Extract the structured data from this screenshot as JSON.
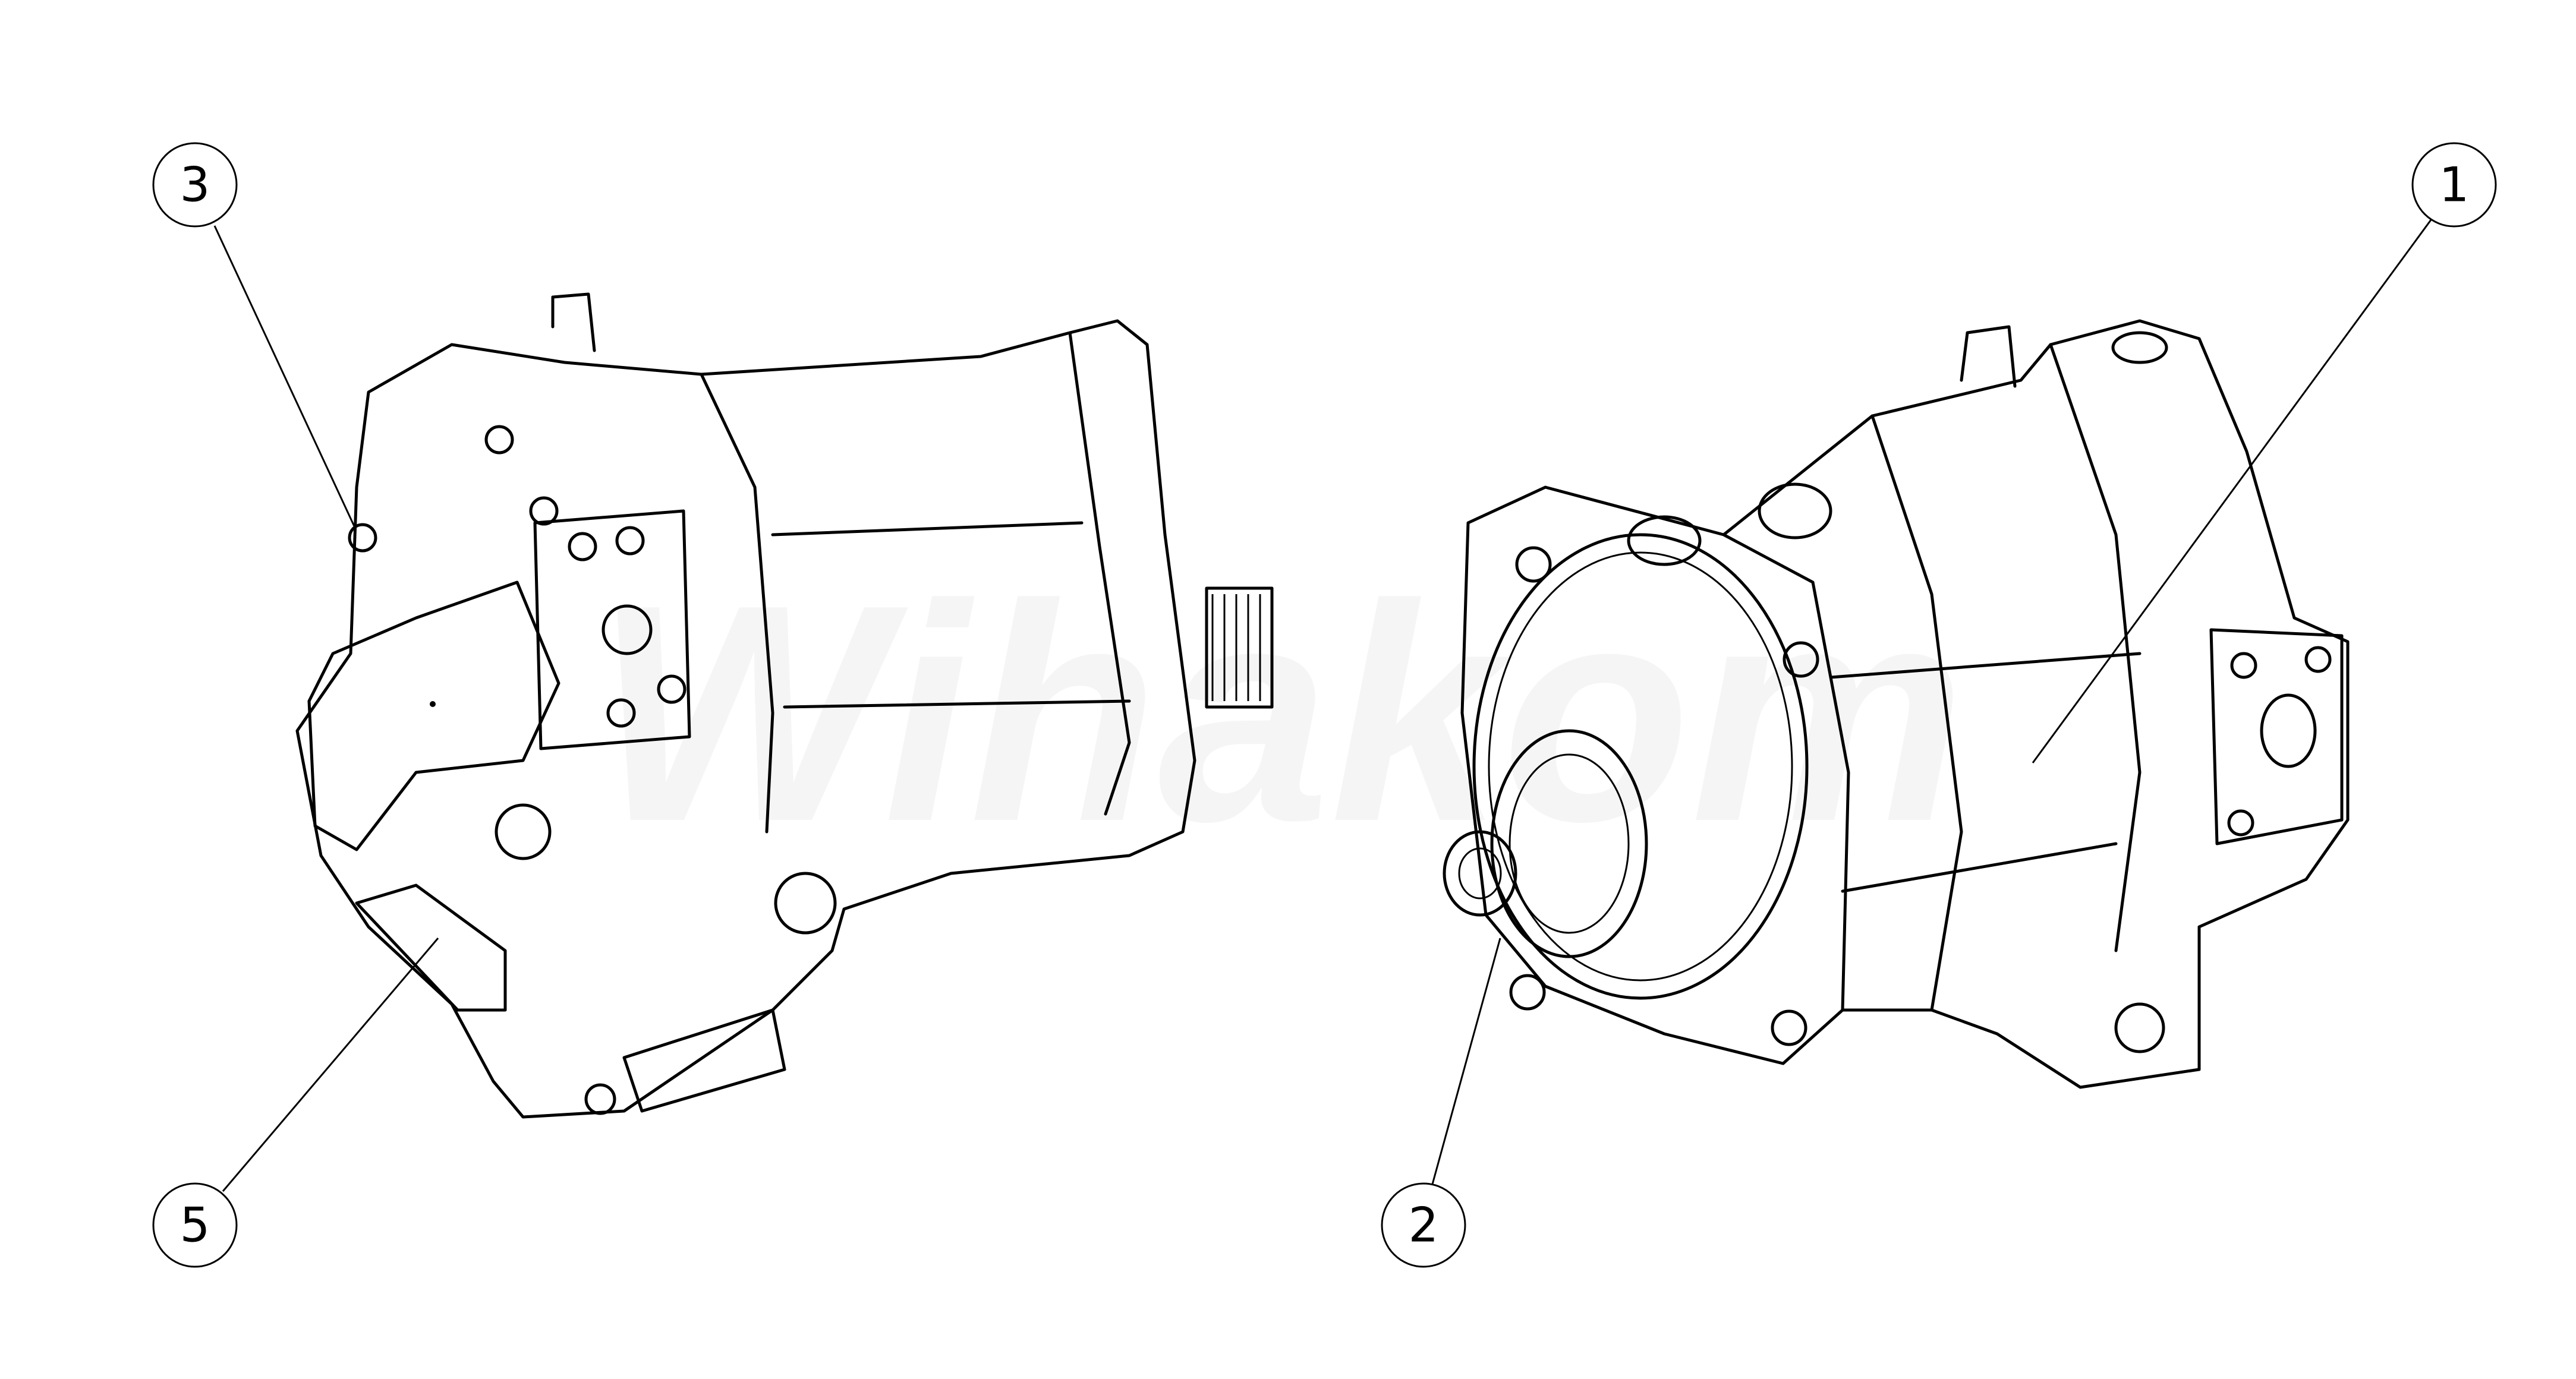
{
  "watermark": "Wihakom",
  "callouts": [
    {
      "id": "3",
      "label": "3"
    },
    {
      "id": "1",
      "label": "1"
    },
    {
      "id": "5",
      "label": "5"
    },
    {
      "id": "2",
      "label": "2"
    }
  ],
  "colors": {
    "line": "#000000",
    "background": "#ffffff"
  }
}
